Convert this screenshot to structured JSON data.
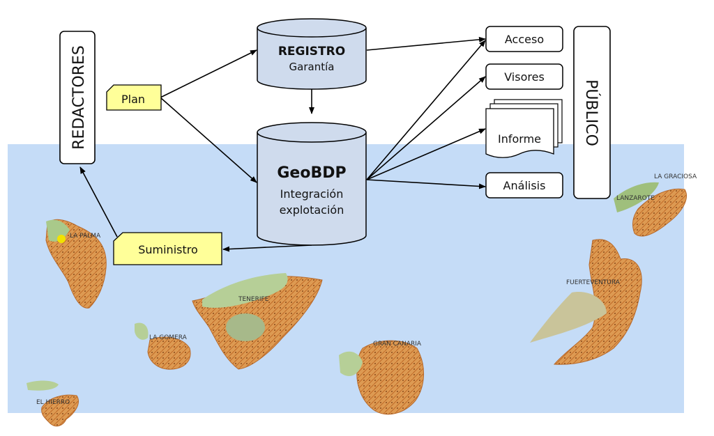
{
  "nodes": {
    "redactores": "REDACTORES",
    "plan": "Plan",
    "registro_title": "REGISTRO",
    "registro_sub": "Garantía",
    "geobdp_title": "GeoBDP",
    "geobdp_line1": "Integración",
    "geobdp_line2": "explotación",
    "suministro": "Suministro",
    "acceso": "Acceso",
    "visores": "Visores",
    "informe": "Informe",
    "analisis": "Análisis",
    "publico": "PÚBLICO"
  },
  "map_labels": {
    "la_palma": "LA PALMA",
    "tenerife": "TENERIFE",
    "la_gomera": "LA GOMERA",
    "el_hierro": "EL HIERRO",
    "gran_canaria": "GRAN CANARIA",
    "fuerteventura": "FUERTEVENTURA",
    "lanzarote": "LANZAROTE",
    "la_graciosa": "LA GRACIOSA"
  },
  "colors": {
    "sea": "#c5dcf7",
    "cylinder": "#cfdbed",
    "note": "#ffff99",
    "island_base": "#e3a15a",
    "island_dark": "#c7772f",
    "island_green": "#9fbf7c"
  }
}
